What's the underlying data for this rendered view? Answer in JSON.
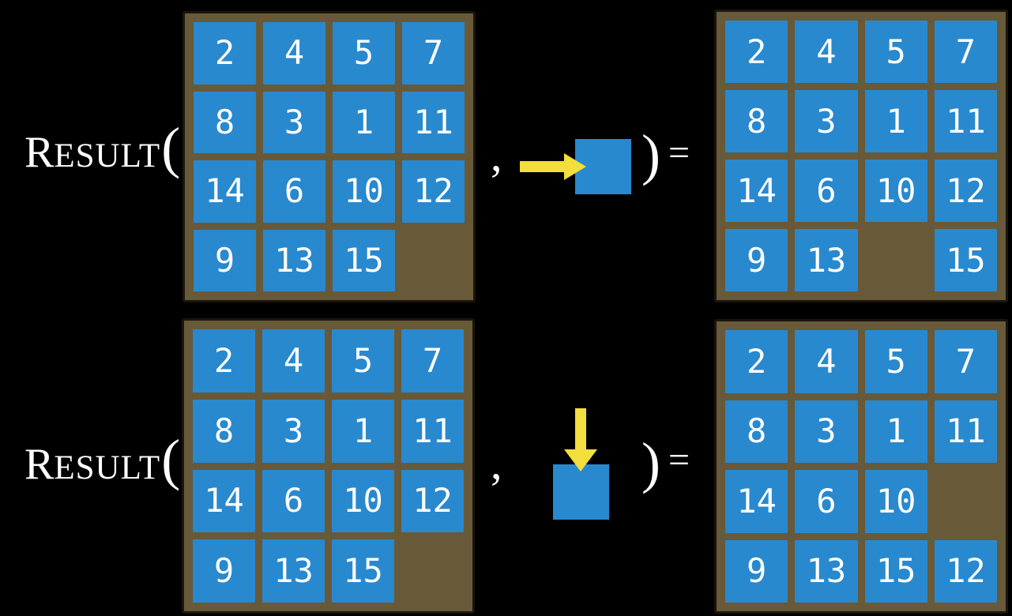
{
  "slide": {
    "description_visible_text_only": true
  },
  "equation": {
    "function_initial": "R",
    "function_rest": "ESULT",
    "open_paren": "(",
    "separator": ",",
    "close_paren": ")",
    "equals": "="
  },
  "boards": {
    "initial": [
      2,
      4,
      5,
      7,
      8,
      3,
      1,
      11,
      14,
      6,
      10,
      12,
      9,
      13,
      15,
      null
    ],
    "after_move_right": [
      2,
      4,
      5,
      7,
      8,
      3,
      1,
      11,
      14,
      6,
      10,
      12,
      9,
      13,
      null,
      15
    ],
    "after_move_down": [
      2,
      4,
      5,
      7,
      8,
      3,
      1,
      11,
      14,
      6,
      10,
      null,
      9,
      13,
      15,
      12
    ]
  },
  "actions": [
    {
      "icon": "right-arrow-icon",
      "direction": "right",
      "operand": "blank-tile-square"
    },
    {
      "icon": "down-arrow-icon",
      "direction": "down",
      "operand": "blank-tile-square"
    }
  ],
  "colors": {
    "background": "#000000",
    "board": "#685A38",
    "board_border": "#1A150E",
    "tile": "#2889CF",
    "arrow": "#F2DE3C",
    "text": "#FFFFFF"
  }
}
